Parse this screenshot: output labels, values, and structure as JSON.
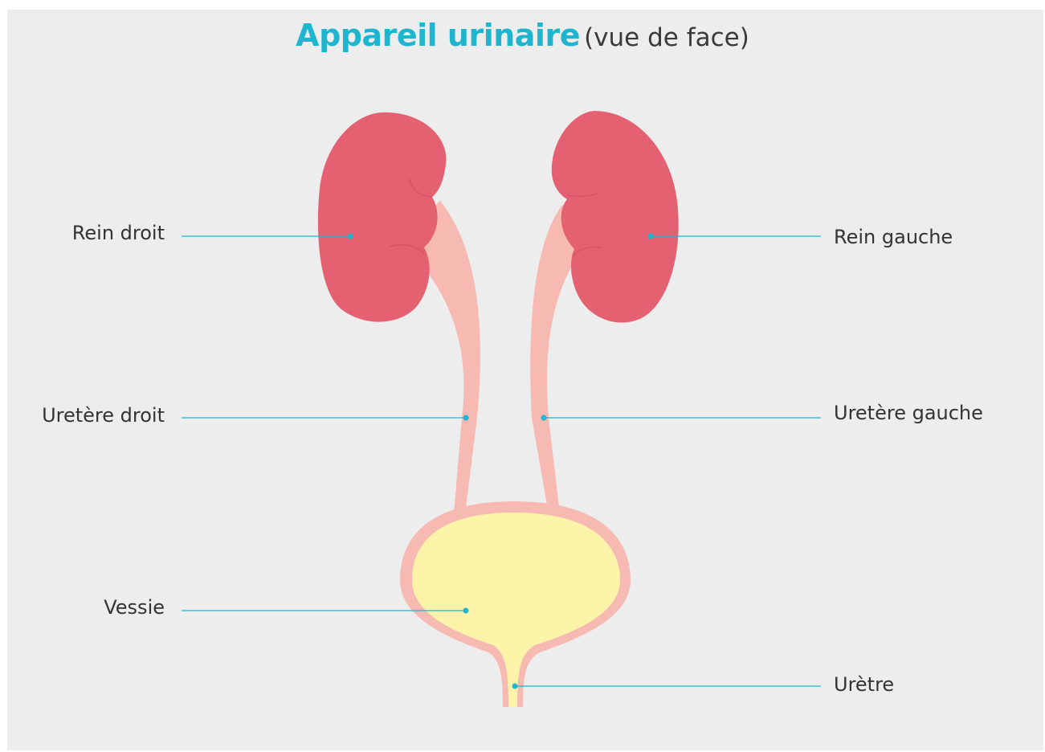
{
  "title": {
    "main": "Appareil urinaire",
    "sub": "(vue de face)"
  },
  "labels": {
    "rein_droit": "Rein droit",
    "rein_gauche": "Rein gauche",
    "uretere_droit": "Uretère droit",
    "uretere_gauche": "Uretère gauche",
    "vessie": "Vessie",
    "uretre": "Urètre"
  },
  "colors": {
    "background": "#ededed",
    "title_accent": "#1fb5cf",
    "kidney": "#e46172",
    "ureter": "#f7bab3",
    "bladder_fill": "#fef4a9",
    "leader_line": "#1fb5cf"
  }
}
